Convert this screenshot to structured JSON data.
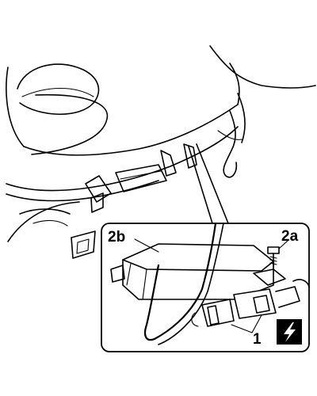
{
  "callouts": {
    "part_1": "1",
    "part_2a": "2a",
    "part_2b": "2b"
  },
  "icons": {
    "electrical_warning": "lightning-bolt"
  },
  "colors": {
    "line": "#000000",
    "background": "#ffffff",
    "warning_box": "#000000"
  }
}
